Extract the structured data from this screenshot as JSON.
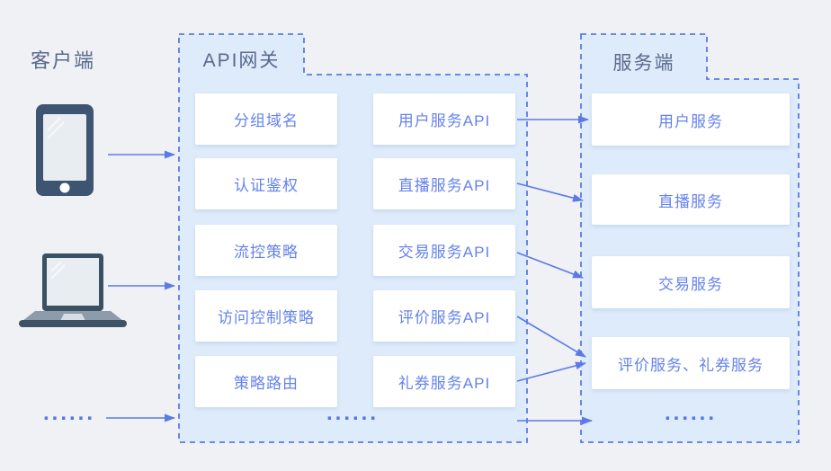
{
  "client": {
    "title": "客户端",
    "devices": [
      "phone",
      "laptop"
    ],
    "ellipsis": "......"
  },
  "gateway": {
    "title": "API网关",
    "policies": [
      "分组域名",
      "认证鉴权",
      "流控策略",
      "访问控制策略",
      "策略路由"
    ],
    "apis": [
      "用户服务API",
      "直播服务API",
      "交易服务API",
      "评价服务API",
      "礼券服务API"
    ],
    "ellipsis": "......"
  },
  "backend": {
    "title": "服务端",
    "services": [
      "用户服务",
      "直播服务",
      "交易服务",
      "评价服务、礼券服务"
    ],
    "ellipsis": "......"
  },
  "connections": [
    {
      "from": "phone",
      "to": "API网关"
    },
    {
      "from": "laptop",
      "to": "API网关"
    },
    {
      "from": "客户端......",
      "to": "API网关"
    },
    {
      "from": "用户服务API",
      "to": "用户服务"
    },
    {
      "from": "直播服务API",
      "to": "直播服务"
    },
    {
      "from": "交易服务API",
      "to": "交易服务"
    },
    {
      "from": "评价服务API",
      "to": "评价服务、礼券服务"
    },
    {
      "from": "礼券服务API",
      "to": "评价服务、礼券服务"
    },
    {
      "from": "API网关......",
      "to": "服务端......"
    }
  ],
  "colors": {
    "page_background": "#EFF1F5",
    "panel_fill": "#DEEBFA",
    "panel_border": "#5B7BE0",
    "box_background": "#FFFFFF",
    "box_text": "#6583EB",
    "arrow": "#5B7AE6",
    "title_text": "#5A6A8C",
    "device_dark": "#3E5572",
    "device_screen": "#E8EDF2",
    "device_gray": "#8D9CAB"
  }
}
